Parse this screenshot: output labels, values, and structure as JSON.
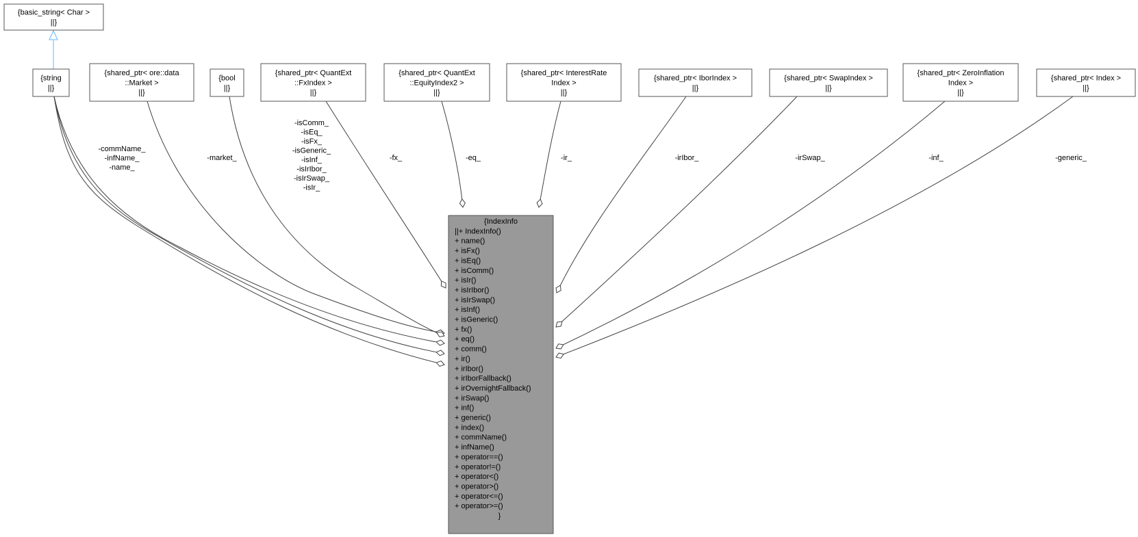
{
  "classes": {
    "basic_string": [
      "{basic_string< Char >",
      "||}"
    ],
    "string": [
      "{string",
      "||}"
    ],
    "market": [
      "{shared_ptr< ore::data",
      "::Market >",
      "||}"
    ],
    "bool": [
      "{bool",
      "||}"
    ],
    "fxindex": [
      "{shared_ptr< QuantExt",
      "::FxIndex >",
      "||}"
    ],
    "equityindex": [
      "{shared_ptr< QuantExt",
      "::EquityIndex2 >",
      "||}"
    ],
    "interestrate": [
      "{shared_ptr< InterestRate",
      "Index >",
      "||}"
    ],
    "iborindex": [
      "{shared_ptr< IborIndex >",
      "||}"
    ],
    "swapindex": [
      "{shared_ptr< SwapIndex >",
      "||}"
    ],
    "zeroinflation": [
      "{shared_ptr< ZeroInflation",
      "Index >",
      "||}"
    ],
    "index": [
      "{shared_ptr< Index >",
      "||}"
    ]
  },
  "main_class": {
    "title": "{IndexInfo",
    "members": [
      "||+ IndexInfo()",
      "+ name()",
      "+ isFx()",
      "+ isEq()",
      "+ isComm()",
      "+ isIr()",
      "+ isIrIbor()",
      "+ isIrSwap()",
      "+ isInf()",
      "+ isGeneric()",
      "+ fx()",
      "+ eq()",
      "+ comm()",
      "+ ir()",
      "+ irIbor()",
      "+ irIborFallback()",
      "+ irOvernightFallback()",
      "+ irSwap()",
      "+ inf()",
      "+ generic()",
      "+ index()",
      "+ commName()",
      "+ infName()",
      "+ operator==()",
      "+ operator!=()",
      "+ operator<()",
      "+ operator>()",
      "+ operator<=()",
      "+ operator>=()"
    ],
    "closing": "}"
  },
  "edge_labels": {
    "string": [
      "-commName_",
      "-infName_",
      "-name_"
    ],
    "market": [
      "-market_"
    ],
    "bool": [
      "-isComm_",
      "-isEq_",
      "-isFx_",
      "-isGeneric_",
      "-isInf_",
      "-isIrIbor_",
      "-isIrSwap_",
      "-isIr_"
    ],
    "fxindex": [
      "-fx_"
    ],
    "equityindex": [
      "-eq_"
    ],
    "interestrate": [
      "-ir_"
    ],
    "iborindex": [
      "-irIbor_"
    ],
    "swapindex": [
      "-irSwap_"
    ],
    "zeroinflation": [
      "-inf_"
    ],
    "index": [
      "-generic_"
    ]
  },
  "colors": {
    "main_fill": "#999999",
    "box_stroke": "#555555",
    "edge": "#404040",
    "inheritance": "#63b8ff"
  }
}
